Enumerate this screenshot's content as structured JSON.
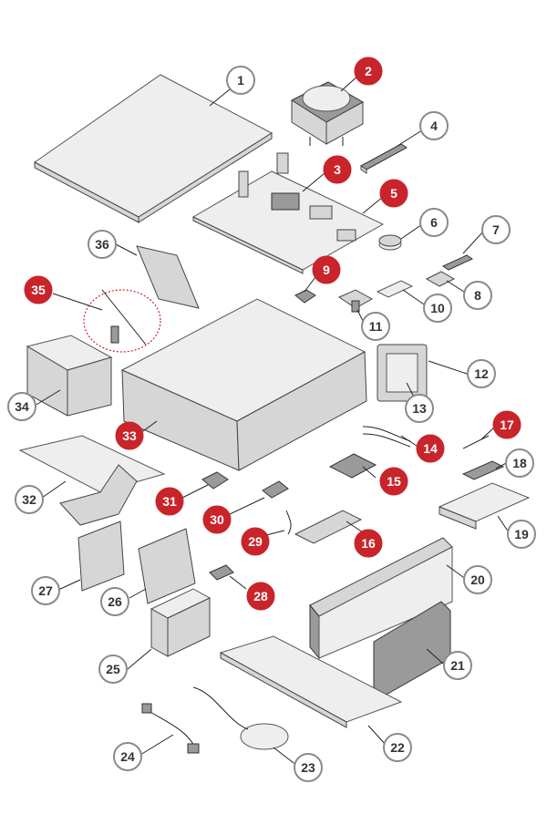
{
  "colors": {
    "required_fill": "#c8242a",
    "optional_fill": "#ffffff",
    "outline": "#8a8a8a",
    "text_light": "#ffffff",
    "text_dark": "#333333"
  },
  "callouts": [
    {
      "num": "1",
      "style": "optional"
    },
    {
      "num": "2",
      "style": "required"
    },
    {
      "num": "3",
      "style": "required"
    },
    {
      "num": "4",
      "style": "optional"
    },
    {
      "num": "5",
      "style": "required"
    },
    {
      "num": "6",
      "style": "optional"
    },
    {
      "num": "7",
      "style": "optional"
    },
    {
      "num": "8",
      "style": "optional"
    },
    {
      "num": "9",
      "style": "required"
    },
    {
      "num": "10",
      "style": "optional"
    },
    {
      "num": "11",
      "style": "optional"
    },
    {
      "num": "12",
      "style": "optional"
    },
    {
      "num": "13",
      "style": "optional"
    },
    {
      "num": "14",
      "style": "required"
    },
    {
      "num": "15",
      "style": "required"
    },
    {
      "num": "16",
      "style": "required"
    },
    {
      "num": "17",
      "style": "required"
    },
    {
      "num": "18",
      "style": "optional"
    },
    {
      "num": "19",
      "style": "optional"
    },
    {
      "num": "20",
      "style": "optional"
    },
    {
      "num": "21",
      "style": "optional"
    },
    {
      "num": "22",
      "style": "optional"
    },
    {
      "num": "23",
      "style": "optional"
    },
    {
      "num": "24",
      "style": "optional"
    },
    {
      "num": "25",
      "style": "optional"
    },
    {
      "num": "26",
      "style": "optional"
    },
    {
      "num": "27",
      "style": "optional"
    },
    {
      "num": "28",
      "style": "required"
    },
    {
      "num": "29",
      "style": "required"
    },
    {
      "num": "30",
      "style": "required"
    },
    {
      "num": "31",
      "style": "required"
    },
    {
      "num": "32",
      "style": "optional"
    },
    {
      "num": "33",
      "style": "required"
    },
    {
      "num": "34",
      "style": "optional"
    },
    {
      "num": "35",
      "style": "required"
    },
    {
      "num": "36",
      "style": "optional"
    }
  ]
}
